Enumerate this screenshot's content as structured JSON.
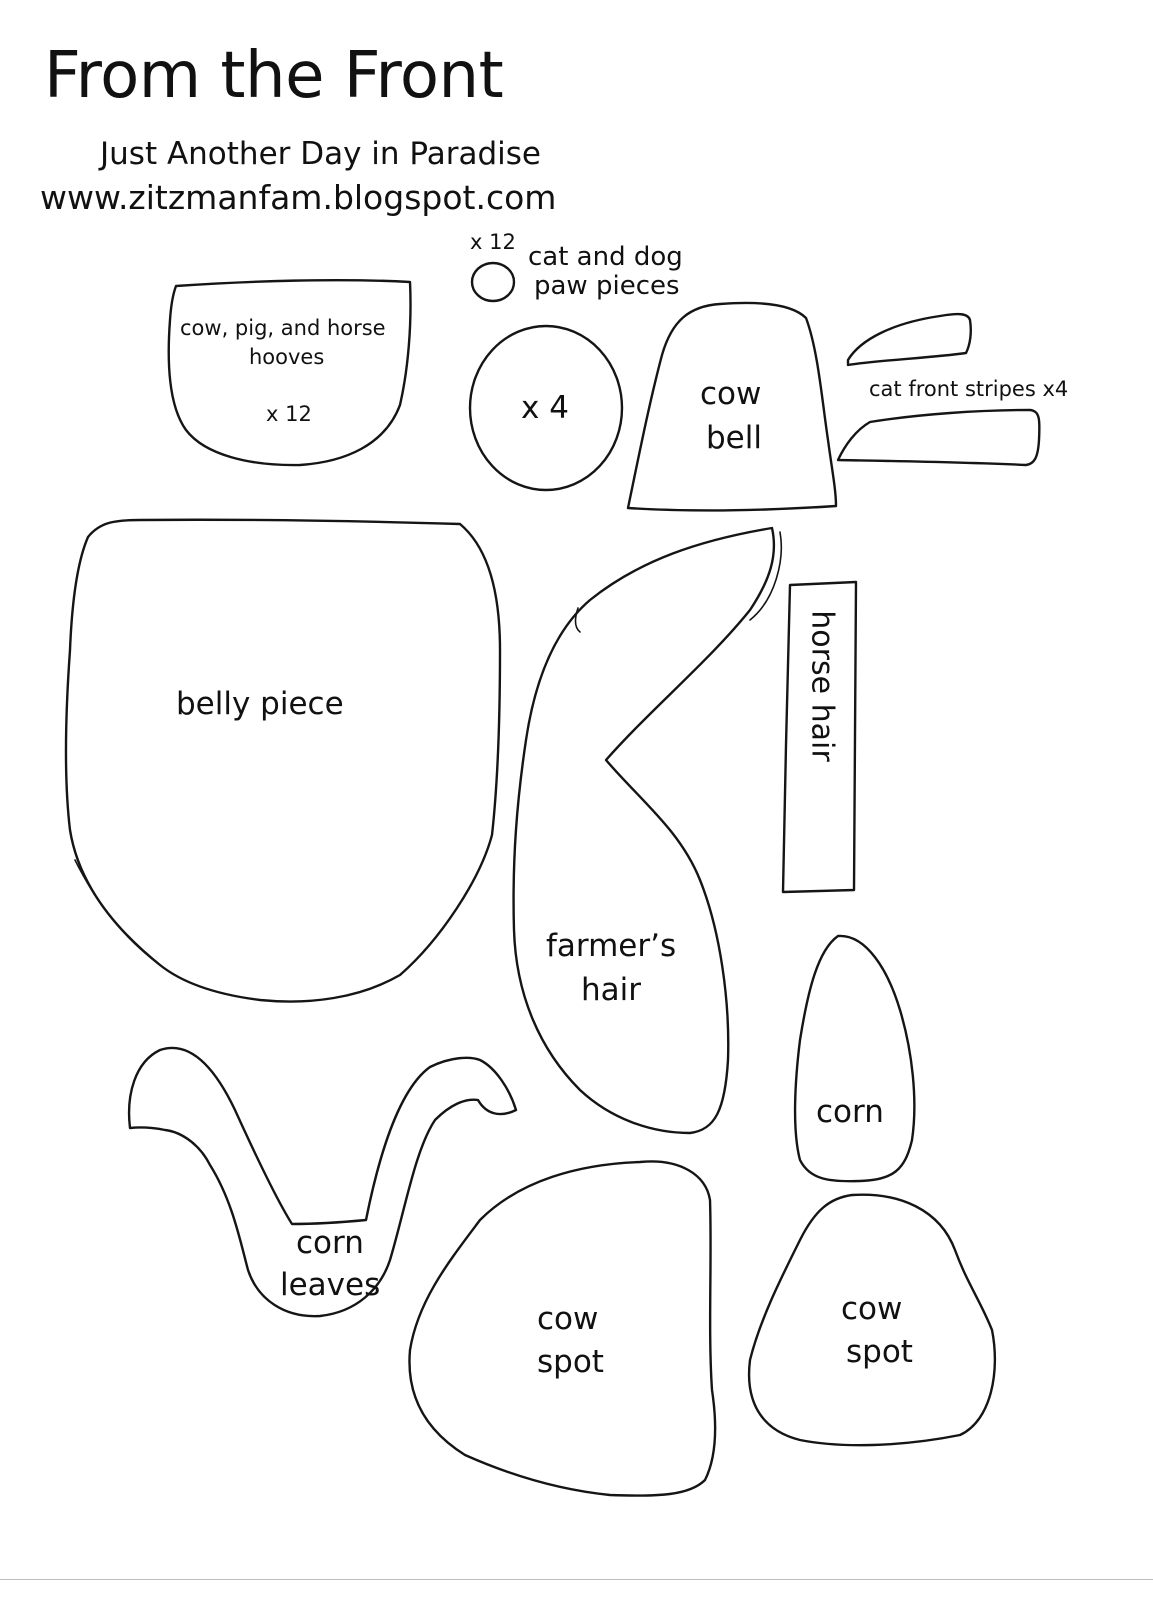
{
  "header": {
    "title": "From the Front",
    "subtitle": "Just Another Day in Paradise",
    "url": "www.zitzmanfam.blogspot.com"
  },
  "pieces": {
    "paw": {
      "count": "x 12",
      "line1": "cat and dog",
      "line2": "paw pieces"
    },
    "hooves": {
      "line1": "cow, pig, and horse",
      "line2": "hooves",
      "count": "x 12"
    },
    "circle": {
      "label": "x 4"
    },
    "cow_bell": {
      "line1": "cow",
      "line2": "bell"
    },
    "cat_stripes": {
      "label": "cat front stripes x4"
    },
    "belly": {
      "label": "belly piece"
    },
    "horse_hair": {
      "label": "horse hair"
    },
    "farmer_hair": {
      "line1": "farmer’s",
      "line2": "hair"
    },
    "corn": {
      "label": "corn"
    },
    "corn_leaves": {
      "line1": "corn",
      "line2": "leaves"
    },
    "cow_spot_1": {
      "line1": "cow",
      "line2": "spot"
    },
    "cow_spot_2": {
      "line1": "cow",
      "line2": "spot"
    }
  }
}
